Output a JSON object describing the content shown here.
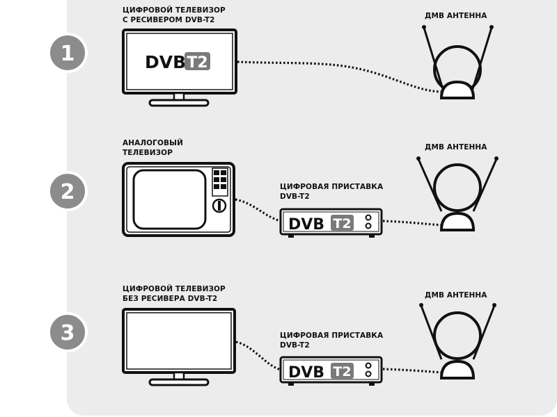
{
  "rows": [
    {
      "number": "1",
      "device_label": [
        "ЦИФРОВОЙ ТЕЛЕВИЗОР",
        "С РЕСИВЕРОМ DVB-T2"
      ],
      "antenna_label": "ДМВ АНТЕННА",
      "tv_logo": {
        "dvb": "DVB",
        "t2": "T2"
      }
    },
    {
      "number": "2",
      "device_label": [
        "АНАЛОГОВЫЙ",
        "ТЕЛЕВИЗОР"
      ],
      "box_label": [
        "ЦИФРОВАЯ ПРИСТАВКА",
        "DVB-T2"
      ],
      "box_logo": {
        "dvb": "DVB",
        "t2": "T2"
      },
      "antenna_label": "ДМВ АНТЕННА"
    },
    {
      "number": "3",
      "device_label": [
        "ЦИФРОВОЙ ТЕЛЕВИЗОР",
        "БЕЗ РЕСИВЕРА DVB-T2"
      ],
      "box_label": [
        "ЦИФРОВАЯ ПРИСТАВКА",
        "DVB-T2"
      ],
      "box_logo": {
        "dvb": "DVB",
        "t2": "T2"
      },
      "antenna_label": "ДМВ АНТЕННА"
    }
  ],
  "colors": {
    "panel": "#ececec",
    "badge": "#8c8c8c",
    "ink": "#111111",
    "logo_t2_bg": "#7a7a7a"
  },
  "icons": [
    "digital-tv-icon",
    "analog-tv-icon",
    "set-top-box-icon",
    "uhf-antenna-icon"
  ]
}
